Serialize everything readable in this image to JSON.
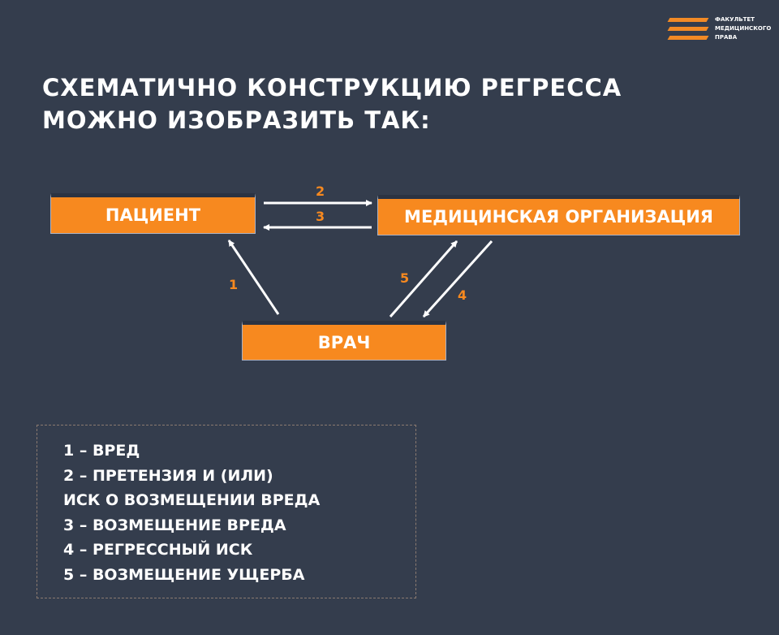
{
  "logo": {
    "lines": [
      "ФАКУЛЬТЕТ",
      "МЕДИЦИНСКОГО",
      "ПРАВА"
    ]
  },
  "title": {
    "line1": "СХЕМАТИЧНО КОНСТРУКЦИЮ РЕГРЕССА",
    "line2": "МОЖНО ИЗОБРАЗИТЬ ТАК:"
  },
  "diagram": {
    "nodes": {
      "patient": "ПАЦИЕНТ",
      "organization": "МЕДИЦИНСКАЯ ОРГАНИЗАЦИЯ",
      "doctor": "ВРАЧ"
    },
    "arrow_labels": {
      "a1": "1",
      "a2": "2",
      "a3": "3",
      "a4": "4",
      "a5": "5"
    }
  },
  "legend": [
    "1 – ВРЕД",
    "2 – ПРЕТЕНЗИЯ И (ИЛИ)",
    "ИСК О ВОЗМЕЩЕНИИ ВРЕДА",
    "3 – ВОЗМЕЩЕНИЕ ВРЕДА",
    "4 – РЕГРЕССНЫЙ ИСК",
    "5 – ВОЗМЕЩЕНИЕ УЩЕРБА"
  ],
  "colors": {
    "background": "#343d4d",
    "accent": "#f7891f"
  }
}
